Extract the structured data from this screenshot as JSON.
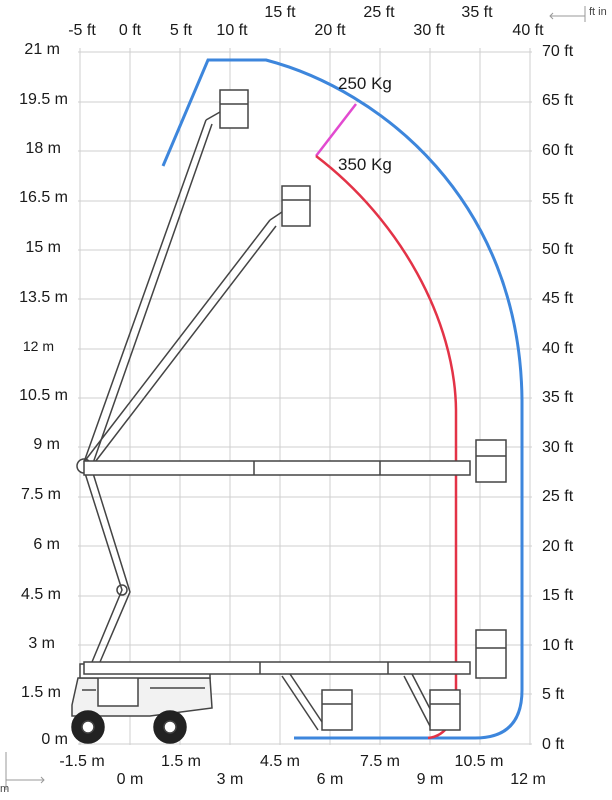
{
  "units": {
    "feet_inches": "ft in",
    "meters": "m"
  },
  "axes": {
    "left_m": [
      "21 m",
      "19.5 m",
      "18 m",
      "16.5 m",
      "15 m",
      "13.5 m",
      "12 m",
      "10.5 m",
      "9 m",
      "7.5 m",
      "6 m",
      "4.5 m",
      "3 m",
      "1.5 m",
      "0 m"
    ],
    "right_ft": [
      "70 ft",
      "65 ft",
      "60 ft",
      "55 ft",
      "50 ft",
      "45 ft",
      "40 ft",
      "35 ft",
      "30 ft",
      "25 ft",
      "20 ft",
      "15 ft",
      "10 ft",
      "5 ft",
      "0 ft"
    ],
    "top_ft": [
      "-5 ft",
      "0 ft",
      "5 ft",
      "10 ft",
      "15 ft",
      "20 ft",
      "25 ft",
      "30 ft",
      "35 ft",
      "40 ft"
    ],
    "bottom_m": [
      "-1.5 m",
      "0 m",
      "1.5 m",
      "3 m",
      "4.5 m",
      "6 m",
      "7.5 m",
      "9 m",
      "10.5 m",
      "12 m"
    ]
  },
  "loads": {
    "outer": "250 Kg",
    "inner": "350 Kg"
  },
  "colors": {
    "outer_envelope": "#3d86dc",
    "inner_envelope": "#e33347",
    "transition": "#e24ad0",
    "grid": "#c9c9c9",
    "boom": "#444444"
  }
}
